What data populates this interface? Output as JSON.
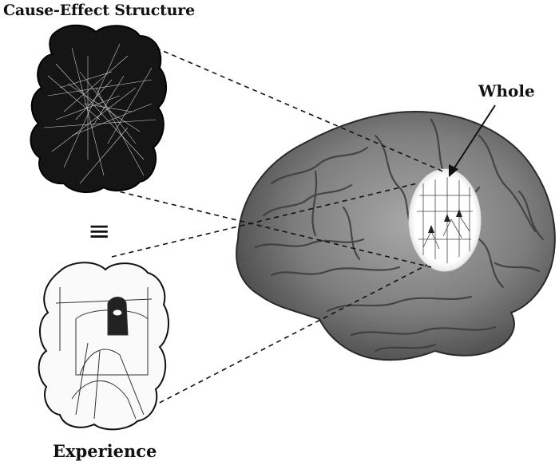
{
  "labels": {
    "cause_effect": "Cause-Effect Structure",
    "whole": "Whole",
    "experience": "Experience",
    "equivalence_symbol": "≡"
  },
  "colors": {
    "cloud_dark": "#151515",
    "brain_base": "#8a8a8a",
    "brain_dark": "#3a3a3a",
    "highlight": "#ffffff",
    "line": "#111111"
  },
  "icons": {
    "network": "cause-effect-network-illustration",
    "brain": "brain-illustration",
    "experience": "dog-on-armchair-sketch",
    "neurons": "pyramidal-neurons-illustration"
  }
}
